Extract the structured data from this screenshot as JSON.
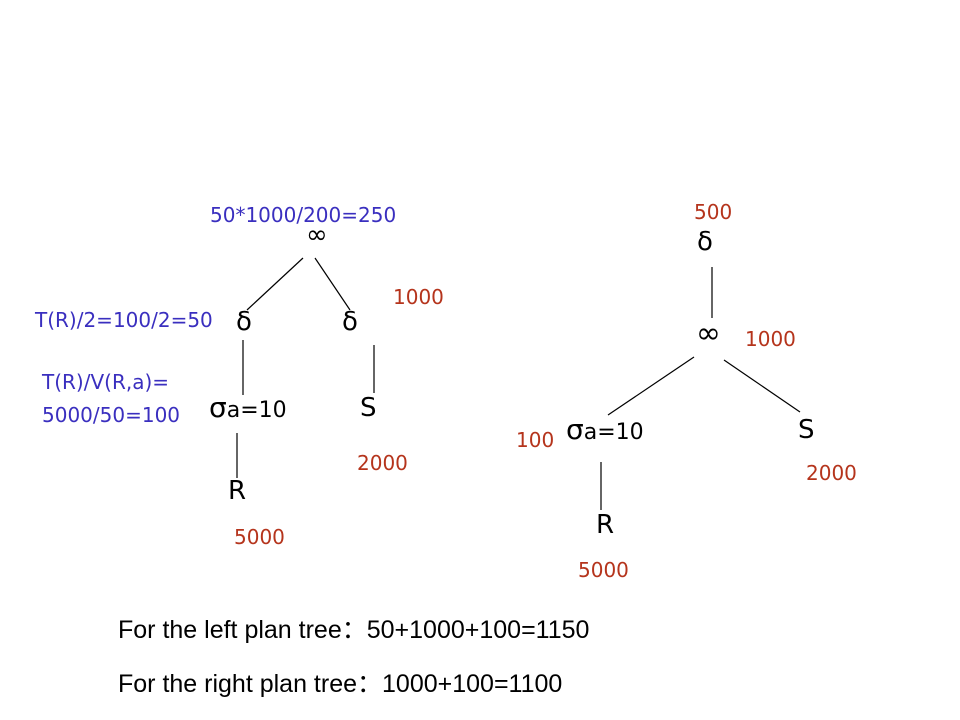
{
  "left_tree": {
    "join_symbol": "∞",
    "join_annotation": "50*1000/200=250",
    "delta_left_symbol": "δ",
    "delta_left_annotation": "T(R)/2=100/2=50",
    "delta_right_symbol": "δ",
    "delta_right_count": "1000",
    "sigma_symbol": "σ",
    "sigma_condition": "a=10",
    "sigma_annotation_line1": "T(R)/V(R,a)=",
    "sigma_annotation_line2": "5000/50=100",
    "relation_s": "S",
    "relation_s_count": "2000",
    "relation_r": "R",
    "relation_r_count": "5000"
  },
  "right_tree": {
    "delta_symbol": "δ",
    "delta_count": "500",
    "join_symbol": "∞",
    "join_count": "1000",
    "sigma_symbol": "σ",
    "sigma_condition": "a=10",
    "sigma_count": "100",
    "relation_s": "S",
    "relation_s_count": "2000",
    "relation_r": "R",
    "relation_r_count": "5000"
  },
  "summary": {
    "left_line": "For the left plan tree：50+1000+100=1150",
    "right_line": "For the right plan tree：1000+100=1100"
  },
  "colors": {
    "annotation_blue": "#3a2fbf",
    "count_red": "#b5341c",
    "node_black": "#000000"
  }
}
